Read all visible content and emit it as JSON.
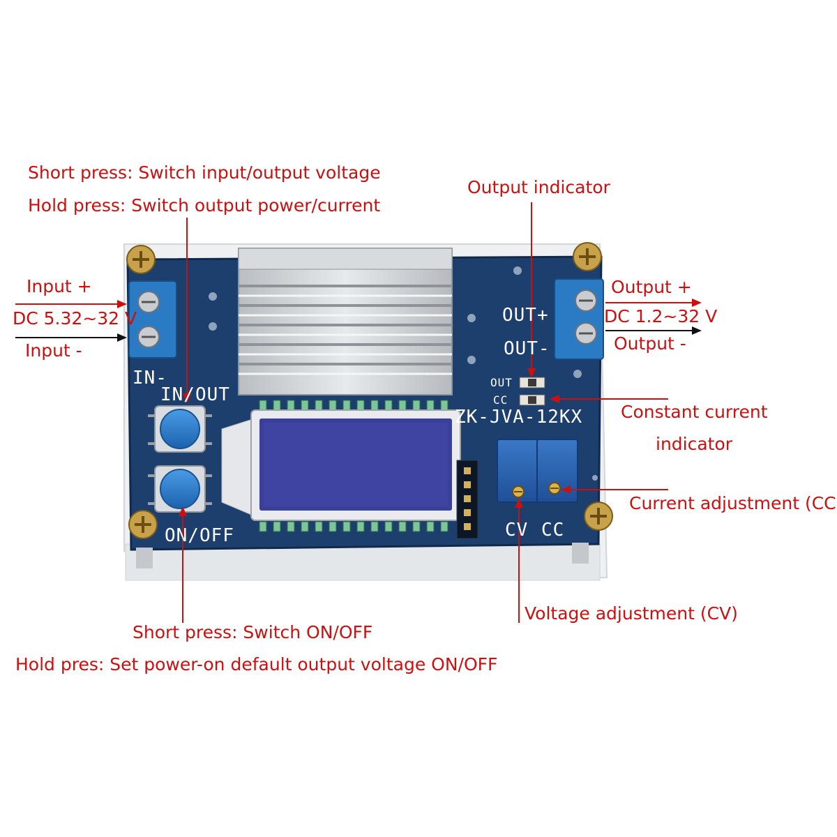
{
  "board": {
    "model": "ZK-JVA-12KX",
    "silk_in_out": "IN/OUT",
    "silk_on_off": "ON/OFF",
    "silk_in_minus": "IN-",
    "silk_out_plus": "OUT+",
    "silk_out_minus": "OUT-",
    "silk_led_out": "OUT",
    "silk_led_cc": "CC",
    "silk_cv": "CV",
    "silk_cc": "CC"
  },
  "labels": {
    "short_press_top": "Short press: Switch input/output voltage",
    "hold_press_top": "Hold press: Switch output power/current",
    "input_plus": "Input +",
    "input_range": "DC 5.32~32 V",
    "input_minus": "Input -",
    "output_indicator": "Output indicator",
    "output_plus": "Output +",
    "output_range": "DC 1.2~32 V",
    "output_minus": "Output -",
    "cc_indicator_line1": "Constant current",
    "cc_indicator_line2": "indicator",
    "current_adjustment": "Current adjustment (CC)",
    "voltage_adjustment": "Voltage adjustment (CV)",
    "short_press_bottom": "Short press: Switch ON/OFF",
    "hold_press_bottom": "Hold pres: Set power-on default output voltage ON/OFF"
  },
  "colors": {
    "label_text": "#cc1010",
    "pcb": "#1d3f6e",
    "silkscreen": "#ffffff",
    "terminal": "#2a7bc4",
    "button": "#2d7fd0",
    "lcd": "#3a3f9a",
    "heatsink": "#cfd3d6"
  }
}
